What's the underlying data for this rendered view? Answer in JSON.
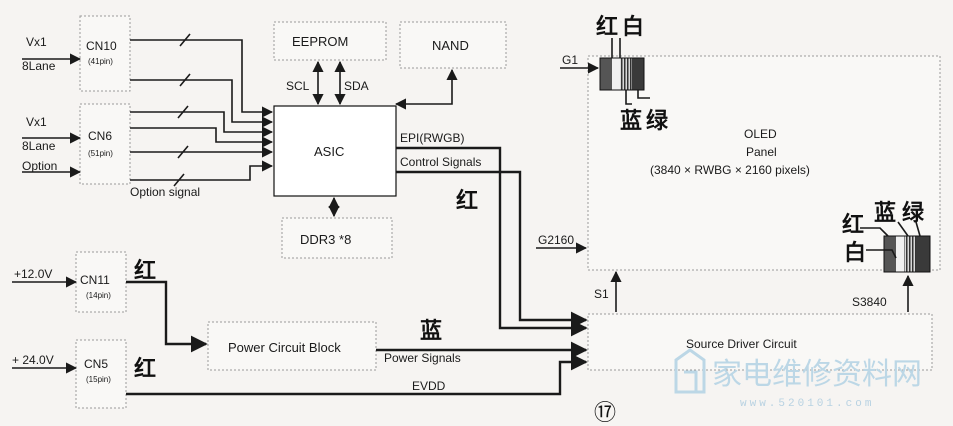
{
  "inputs": {
    "vx1_a": "Vx1",
    "lane_a": "8Lane",
    "vx1_b": "Vx1",
    "lane_b": "8Lane",
    "option": "Option",
    "v12": "+12.0V",
    "v24": "+ 24.0V"
  },
  "connectors": {
    "cn10": "CN10",
    "cn10_pins": "(41pin)",
    "cn6": "CN6",
    "cn6_pins": "(51pin)",
    "cn11": "CN11",
    "cn11_pins": "(14pin)",
    "cn5": "CN5",
    "cn5_pins": "(15pin)"
  },
  "blocks": {
    "eeprom": "EEPROM",
    "nand": "NAND",
    "asic": "ASIC",
    "ddr": "DDR3 *8",
    "power": "Power Circuit Block",
    "source_driver": "Source Driver Circuit",
    "oled_title": "OLED",
    "oled_panel": "Panel",
    "oled_spec": "(3840 × RWBG × 2160 pixels)"
  },
  "signals": {
    "scl": "SCL",
    "sda": "SDA",
    "epi": "EPI(RWGB)",
    "control": "Control Signals",
    "option_signal": "Option signal",
    "power_signals": "Power Signals",
    "evdd": "EVDD",
    "g1": "G1",
    "g2160": "G2160",
    "s1": "S1",
    "s3840": "S3840"
  },
  "annotations": {
    "red_top": "红",
    "white_top": "白",
    "blue_top": "蓝",
    "green_top": "绿",
    "red_control": "红",
    "red_bottom": "红",
    "white_bottom": "白",
    "blue_bottom": "蓝",
    "green_bottom": "绿",
    "red_12v": "红",
    "blue_power": "蓝",
    "red_24v": "红"
  },
  "figure_number": "⑰",
  "watermark": {
    "text": "家电维修资料网",
    "url": "www.520101.com"
  }
}
